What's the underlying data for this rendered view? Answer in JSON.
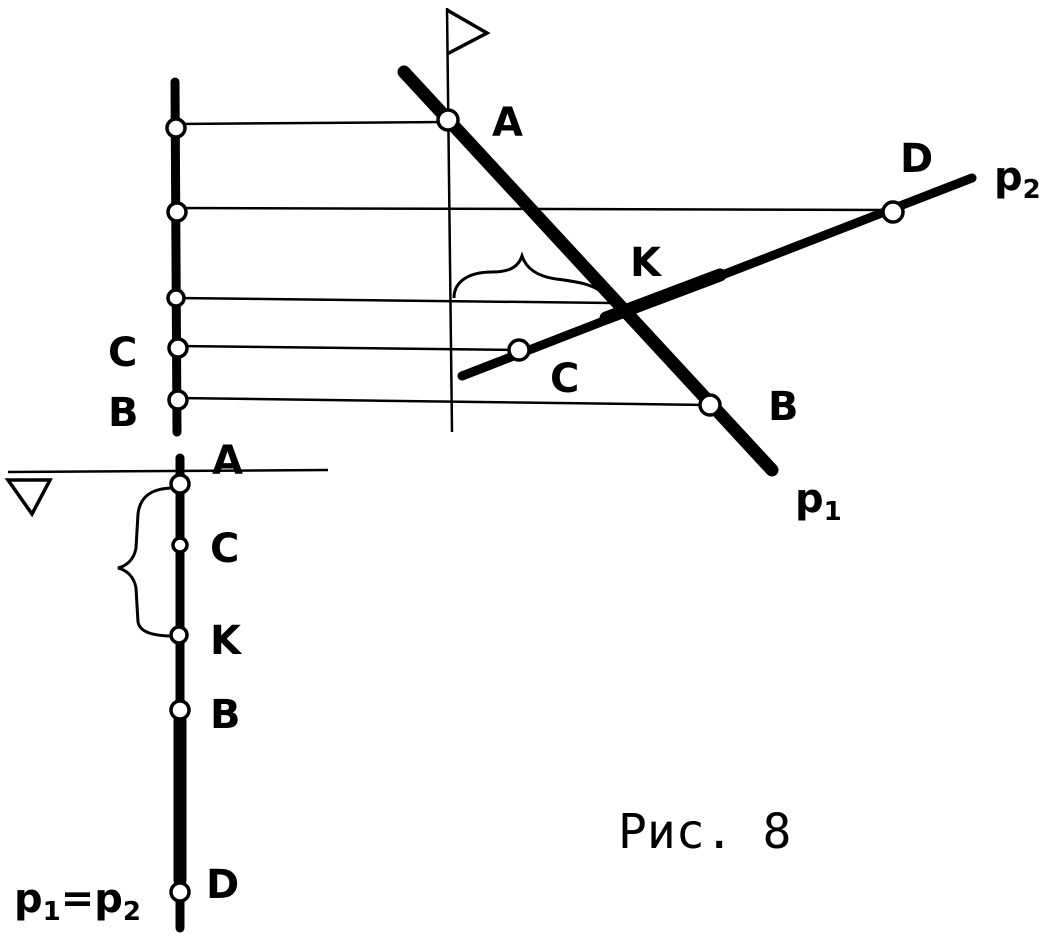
{
  "figure": {
    "caption": "Рис. 8"
  },
  "profile_view": {
    "points": [
      "C",
      "B"
    ]
  },
  "frontal_view": {
    "points": {
      "A": "A",
      "D": "D",
      "K": "K",
      "C": "C",
      "B": "B"
    },
    "lines": {
      "p1": {
        "letter": "p",
        "index": "1"
      },
      "p2": {
        "letter": "p",
        "index": "2"
      }
    }
  },
  "horizontal_view": {
    "points": [
      "A",
      "C",
      "K",
      "B",
      "D"
    ],
    "coincidence": {
      "p1": "p",
      "i1": "1",
      "eq": "=",
      "p2": "p",
      "i2": "2"
    }
  }
}
